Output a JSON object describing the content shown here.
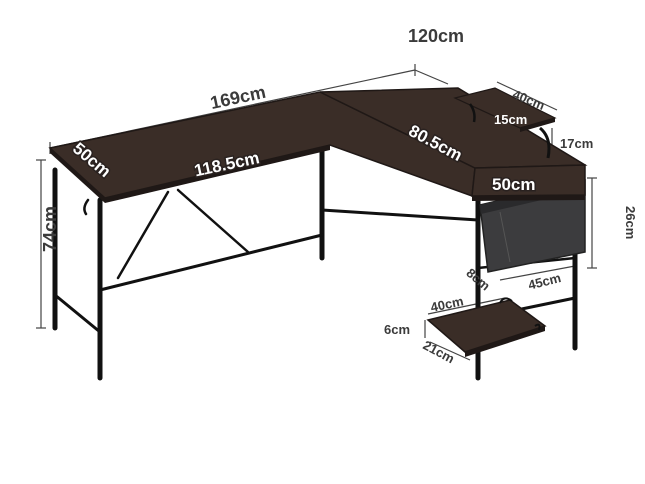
{
  "product": {
    "colors": {
      "desktop": "#3a2d27",
      "desktop_edge": "#1f1816",
      "frame": "#111111",
      "bag": "#3c3c3e",
      "guide": "#444444"
    }
  },
  "dimensions": {
    "total_length": "169cm",
    "side_length": "120cm",
    "front_width": "118.5cm",
    "side_width": "80.5cm",
    "depth_left": "50cm",
    "depth_right": "50cm",
    "height": "74cm",
    "monitor_stand_length": "40cm",
    "monitor_stand_depth": "15cm",
    "monitor_stand_height": "17cm",
    "bag_height": "26cm",
    "bag_width": "45cm",
    "bag_depth": "8cm",
    "shelf_width": "40cm",
    "shelf_height": "6cm",
    "shelf_depth": "21cm"
  }
}
